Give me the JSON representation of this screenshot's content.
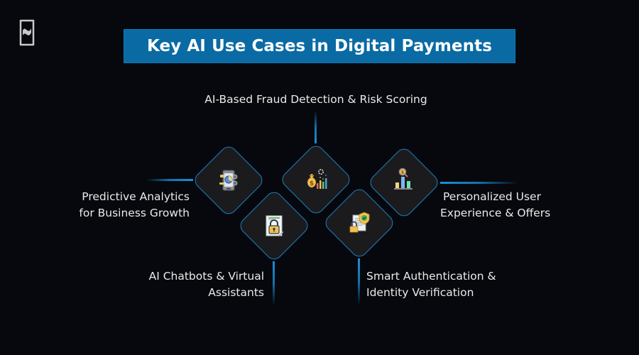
{
  "logo": {
    "icon": "brand-n-logo-icon"
  },
  "header": {
    "title": "Key AI Use Cases in Digital Payments"
  },
  "colors": {
    "background": "#07080d",
    "title_bar": "#0a6aa4",
    "diamond_fill": "#1b1b1e",
    "diamond_border": "#1b7fbf",
    "connector": "#1a8fd6",
    "text": "#eaeaea"
  },
  "use_cases": [
    {
      "id": "fraud",
      "label_lines": [
        "AI-Based Fraud Detection & Risk Scoring"
      ],
      "icon": "money-bag-chart-gear-icon"
    },
    {
      "id": "predictive",
      "label_lines": [
        "Predictive Analytics",
        "for Business Growth"
      ],
      "icon": "mobile-analytics-icon"
    },
    {
      "id": "personalized",
      "label_lines": [
        "Personalized User",
        "Experience & Offers"
      ],
      "icon": "bar-chart-dollar-search-icon"
    },
    {
      "id": "chatbots",
      "label_lines": [
        "AI Chatbots & Virtual",
        "Assistants"
      ],
      "icon": "locked-document-icon"
    },
    {
      "id": "authentication",
      "label_lines": [
        "Smart Authentication &",
        "Identity Verification"
      ],
      "icon": "document-shield-lock-icon"
    }
  ]
}
